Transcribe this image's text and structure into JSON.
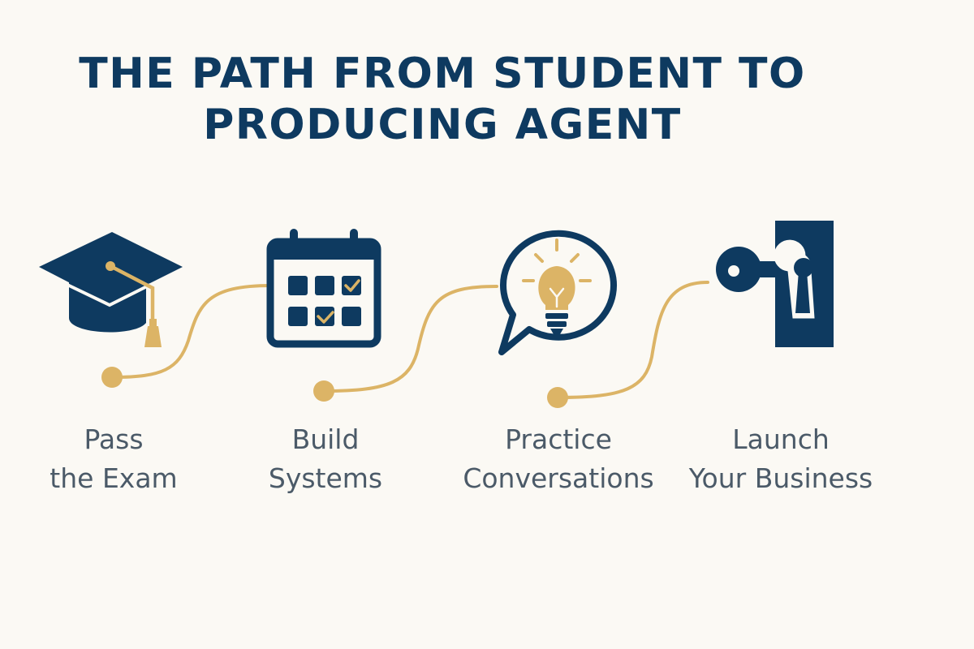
{
  "title": {
    "line1": "THE PATH FROM STUDENT TO",
    "line2": "PRODUCING AGENT"
  },
  "steps": [
    {
      "line1": "Pass",
      "line2": "the Exam",
      "icon": "graduation-cap-icon"
    },
    {
      "line1": "Build",
      "line2": "Systems",
      "icon": "calendar-icon"
    },
    {
      "line1": "Practice",
      "line2": "Conversations",
      "icon": "lightbulb-speech-bubble-icon"
    },
    {
      "line1": "Launch",
      "line2": "Your Business",
      "icon": "key-and-door-icon"
    }
  ],
  "colors": {
    "navy": "#0e3a60",
    "gold": "#dcb466",
    "label": "#4b5a68",
    "background": "#fbf9f4"
  }
}
